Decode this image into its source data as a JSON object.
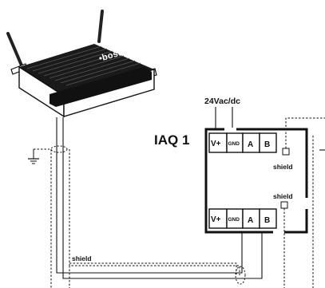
{
  "router": {
    "logo_text": "•boss"
  },
  "device": {
    "title": "IAQ 1",
    "supply_label": "24Vac/dc",
    "top_terminals": [
      "V+",
      "GND",
      "A",
      "B"
    ],
    "bottom_terminals": [
      "V+",
      "GND",
      "A",
      "B"
    ],
    "shield_label_upper": "shield",
    "shield_label_lower": "shield"
  },
  "cable": {
    "shield_label": "shield"
  }
}
